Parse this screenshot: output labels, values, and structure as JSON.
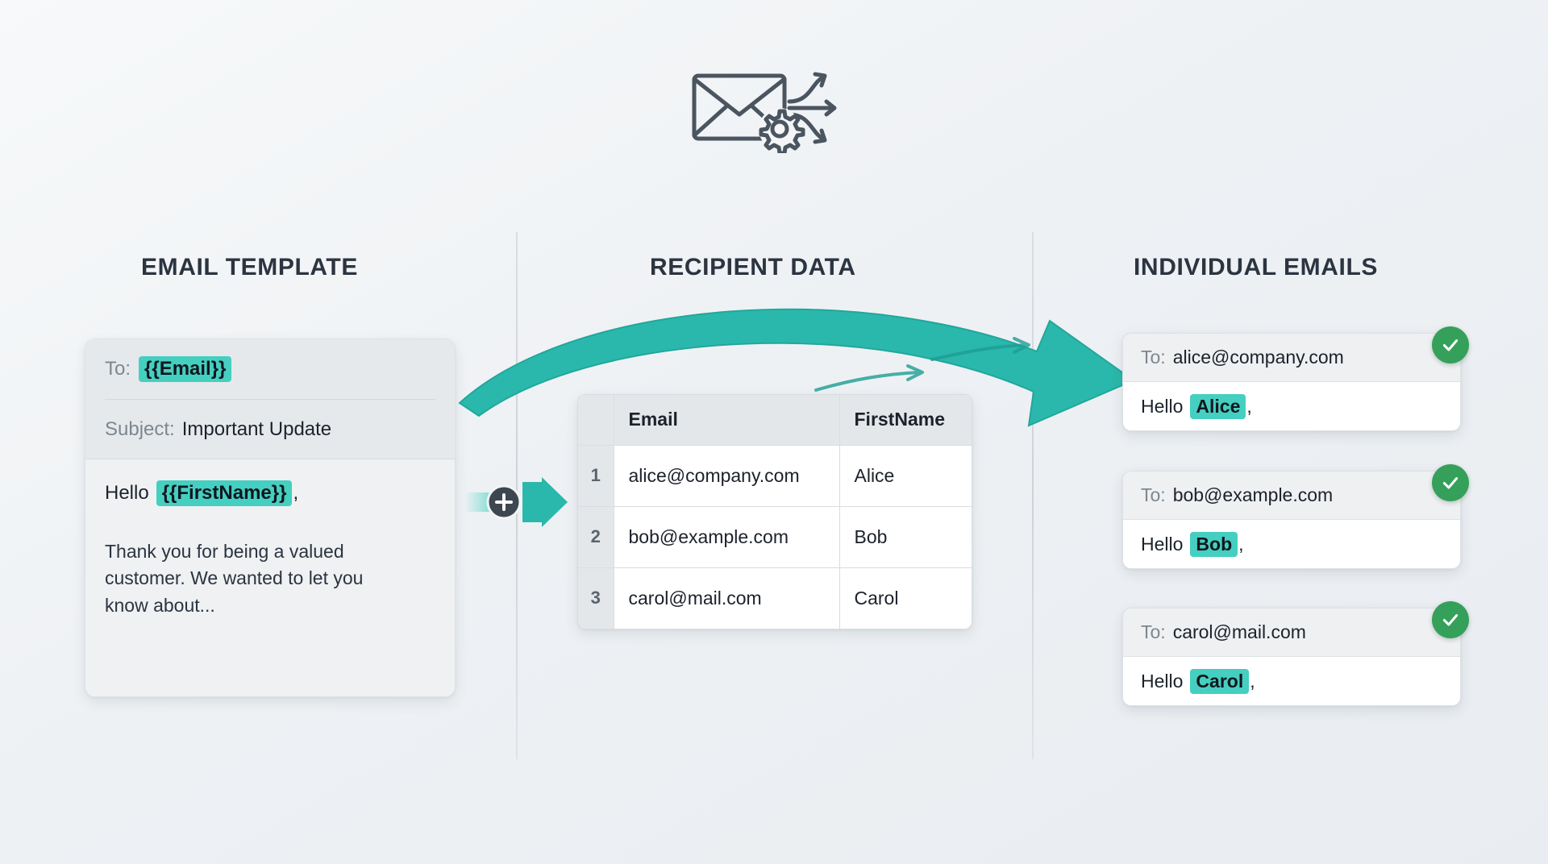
{
  "columns": {
    "template_heading": "EMAIL TEMPLATE",
    "recipients_heading": "RECIPIENT DATA",
    "emails_heading": "INDIVIDUAL EMAILS"
  },
  "header_icon": {
    "name": "envelope-gear-arrows-icon",
    "color": "#4a5560"
  },
  "template": {
    "to_label": "To:",
    "to_token": "{{Email}}",
    "subject_label": "Subject:",
    "subject_value": "Important Update",
    "greeting_prefix": "Hello",
    "greeting_token": "{{FirstName}}",
    "greeting_suffix": ",",
    "paragraph": "Thank you for being a valued customer. We wanted to let you know about..."
  },
  "connector": {
    "plus_label": "+",
    "name": "merge-plus-connector"
  },
  "recipients": {
    "headers": [
      "",
      "Email",
      "FirstName"
    ],
    "rows": [
      {
        "index": "1",
        "email": "alice@company.com",
        "first_name": "Alice"
      },
      {
        "index": "2",
        "email": "bob@example.com",
        "first_name": "Bob"
      },
      {
        "index": "3",
        "email": "carol@mail.com",
        "first_name": "Carol"
      }
    ]
  },
  "emails": [
    {
      "to_label": "To:",
      "to_value": "alice@company.com",
      "greeting_prefix": "Hello",
      "greeting_name": "Alice",
      "greeting_suffix": ",",
      "status": "sent"
    },
    {
      "to_label": "To:",
      "to_value": "bob@example.com",
      "greeting_prefix": "Hello",
      "greeting_name": "Bob",
      "greeting_suffix": ",",
      "status": "sent"
    },
    {
      "to_label": "To:",
      "to_value": "carol@mail.com",
      "greeting_prefix": "Hello",
      "greeting_name": "Carol",
      "greeting_suffix": ",",
      "status": "sent"
    }
  ],
  "colors": {
    "accent_teal": "#2bb8ac",
    "token_highlight": "#45cfc0",
    "success_green": "#35a05a",
    "heading_text": "#2b3440",
    "muted_text": "#7d878f",
    "background": "#eef1f4"
  }
}
